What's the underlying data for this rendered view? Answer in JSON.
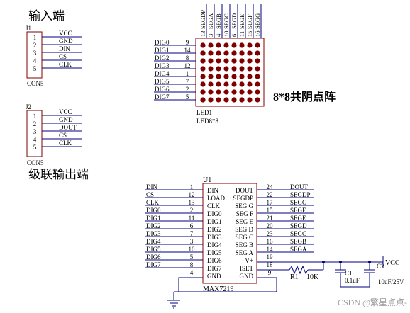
{
  "titles": {
    "input_port": "输入端",
    "cascade_output": "级联输出端",
    "matrix_caption": "8*8共阴点阵"
  },
  "connectors": [
    {
      "ref": "J1",
      "value": "CON5",
      "pins": [
        "1",
        "2",
        "3",
        "4",
        "5"
      ],
      "nets": [
        "VCC",
        "GND",
        "DIN",
        "CS",
        "CLK"
      ]
    },
    {
      "ref": "J2",
      "value": "CON5",
      "pins": [
        "1",
        "2",
        "3",
        "4",
        "5"
      ],
      "nets": [
        "VCC",
        "GND",
        "DOUT",
        "CS",
        "CLK"
      ]
    }
  ],
  "led": {
    "ref": "LED1",
    "value": "LED8*8",
    "top_pins": [
      {
        "num": "13",
        "net": "SEGDP"
      },
      {
        "num": "3",
        "net": "SEGA"
      },
      {
        "num": "4",
        "net": "SEGB"
      },
      {
        "num": "10",
        "net": "SEGC"
      },
      {
        "num": "6",
        "net": "SEGD"
      },
      {
        "num": "11",
        "net": "SEGE"
      },
      {
        "num": "15",
        "net": "SEGF"
      },
      {
        "num": "16",
        "net": "SEGG"
      }
    ],
    "left_pins": [
      {
        "net": "DIG0",
        "num": "9"
      },
      {
        "net": "DIG1",
        "num": "14"
      },
      {
        "net": "DIG2",
        "num": "8"
      },
      {
        "net": "DIG3",
        "num": "12"
      },
      {
        "net": "DIG4",
        "num": "1"
      },
      {
        "net": "DIG5",
        "num": "7"
      },
      {
        "net": "DIG6",
        "num": "2"
      },
      {
        "net": "DIG7",
        "num": "5"
      }
    ]
  },
  "ic": {
    "ref": "U1",
    "value": "MAX7219",
    "left_pins": [
      {
        "net": "DIN",
        "num": "1",
        "name": "DIN"
      },
      {
        "net": "CS",
        "num": "12",
        "name": "LOAD"
      },
      {
        "net": "CLK",
        "num": "13",
        "name": "CLK"
      },
      {
        "net": "DIG0",
        "num": "2",
        "name": "DIG0"
      },
      {
        "net": "DIG1",
        "num": "11",
        "name": "DIG1"
      },
      {
        "net": "DIG2",
        "num": "6",
        "name": "DIG2"
      },
      {
        "net": "DIG3",
        "num": "7",
        "name": "DIG3"
      },
      {
        "net": "DIG4",
        "num": "3",
        "name": "DIG4"
      },
      {
        "net": "DIG5",
        "num": "10",
        "name": "DIG5"
      },
      {
        "net": "DIG6",
        "num": "5",
        "name": "DIG6"
      },
      {
        "net": "DIG7",
        "num": "8",
        "name": "DIG7"
      },
      {
        "net": "",
        "num": "4",
        "name": "GND"
      }
    ],
    "right_pins": [
      {
        "name": "DOUT",
        "num": "24",
        "net": "DOUT"
      },
      {
        "name": "SEGDP",
        "num": "22",
        "net": "SEGDP"
      },
      {
        "name": "SEG G",
        "num": "17",
        "net": "SEGG"
      },
      {
        "name": "SEG F",
        "num": "15",
        "net": "SEGF"
      },
      {
        "name": "SEG E",
        "num": "21",
        "net": "SEGE"
      },
      {
        "name": "SEG D",
        "num": "20",
        "net": "SEGD"
      },
      {
        "name": "SEG C",
        "num": "23",
        "net": "SEGC"
      },
      {
        "name": "SEG B",
        "num": "16",
        "net": "SEGB"
      },
      {
        "name": "SEG A",
        "num": "14",
        "net": "SEGA"
      },
      {
        "name": "V+",
        "num": "19",
        "net": ""
      },
      {
        "name": "ISET",
        "num": "18",
        "net": ""
      },
      {
        "name": "GND",
        "num": "9",
        "net": ""
      }
    ]
  },
  "passives": {
    "r1_ref": "R1",
    "r1_value": "10K",
    "c1_ref": "C1",
    "c1_value": "0.1uF",
    "c2_ref": "C2",
    "c2_value": "10uF/25V",
    "vcc_label": "VCC"
  },
  "watermark": "CSDN @繁星点点-",
  "colors": {
    "wire": "#000080",
    "component_body": "#800000",
    "led_dot": "#800000",
    "text": "#000000"
  }
}
